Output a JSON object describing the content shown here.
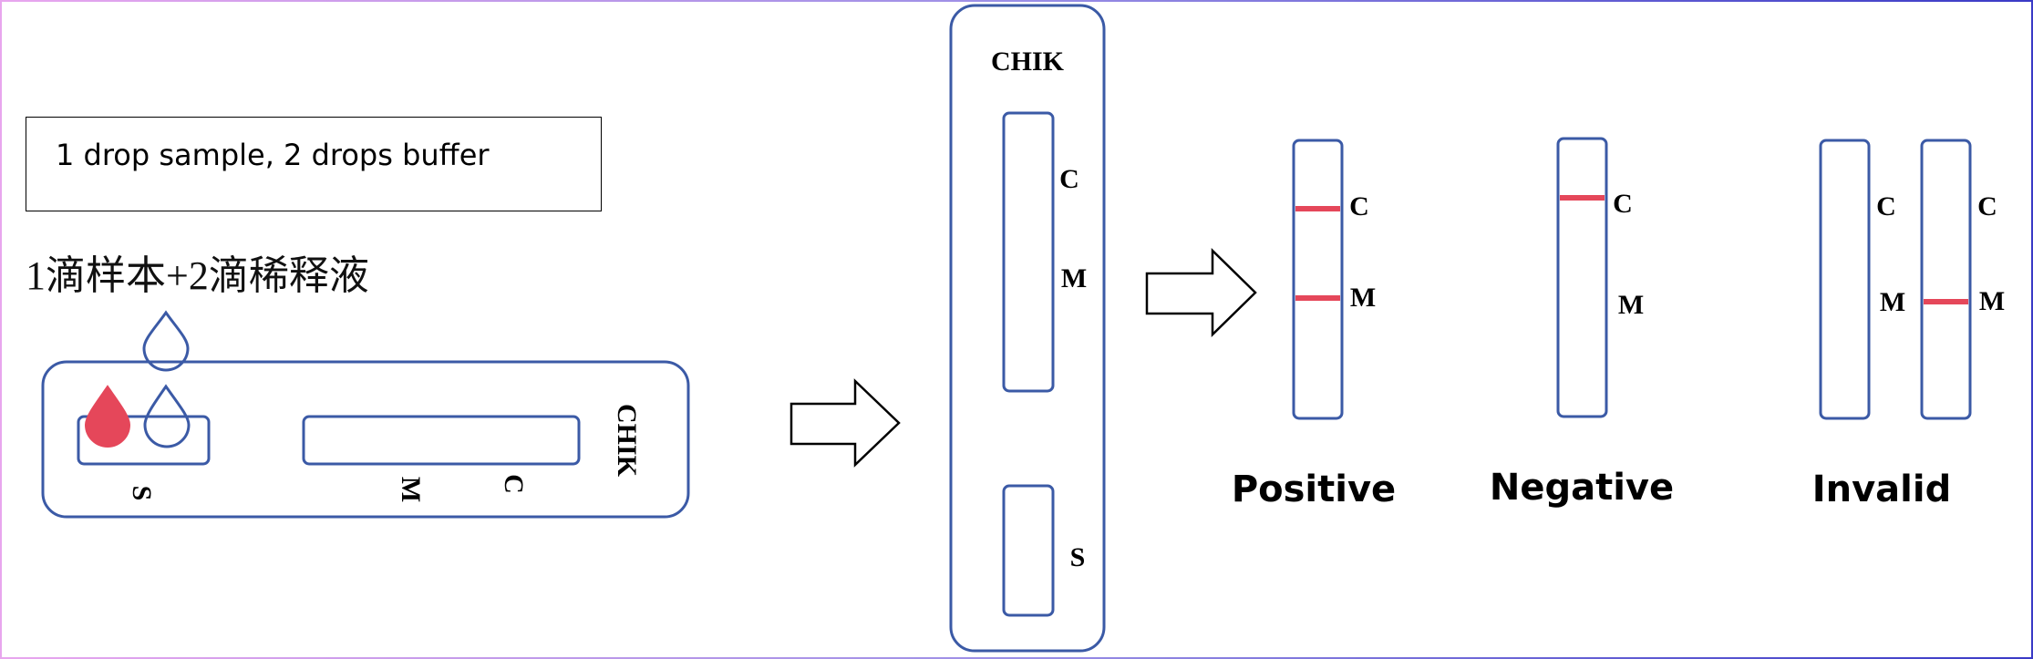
{
  "instruction_box": {
    "text": "1 drop sample, 2 drops buffer"
  },
  "instruction_cn": {
    "text": "1滴样本+2滴稀释液"
  },
  "cassette": {
    "brand": "CHIK",
    "sample_label": "S",
    "line_m": "M",
    "line_c": "C"
  },
  "vertical_cassette": {
    "brand": "CHIK",
    "line_c": "C",
    "line_m": "M",
    "sample_label": "S"
  },
  "results": {
    "positive": {
      "title": "Positive",
      "c": "C",
      "m": "M"
    },
    "negative": {
      "title": "Negative",
      "c": "C",
      "m": "M"
    },
    "invalid": {
      "title": "Invalid",
      "c1": "C",
      "m1": "M",
      "c2": "C",
      "m2": "M"
    }
  },
  "colors": {
    "outline": "#3b5aa6",
    "test_line": "#e5475a",
    "drop": "#e5475a",
    "arrow": "#000000"
  }
}
